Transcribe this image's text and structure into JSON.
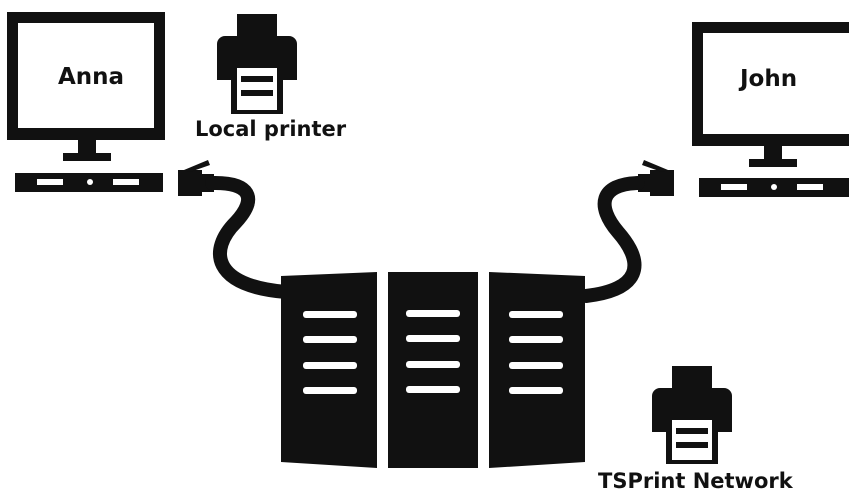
{
  "computers": [
    {
      "name": "Anna"
    },
    {
      "name": "John"
    }
  ],
  "printers": {
    "local_label": "Local printer",
    "network_label": "TSPrint Network"
  },
  "icons": {
    "computer": "desktop-computer-icon",
    "printer": "printer-icon",
    "server": "server-rack-icon",
    "cable": "ethernet-cable-icon"
  },
  "colors": {
    "ink": "#111111",
    "background": "#ffffff"
  }
}
